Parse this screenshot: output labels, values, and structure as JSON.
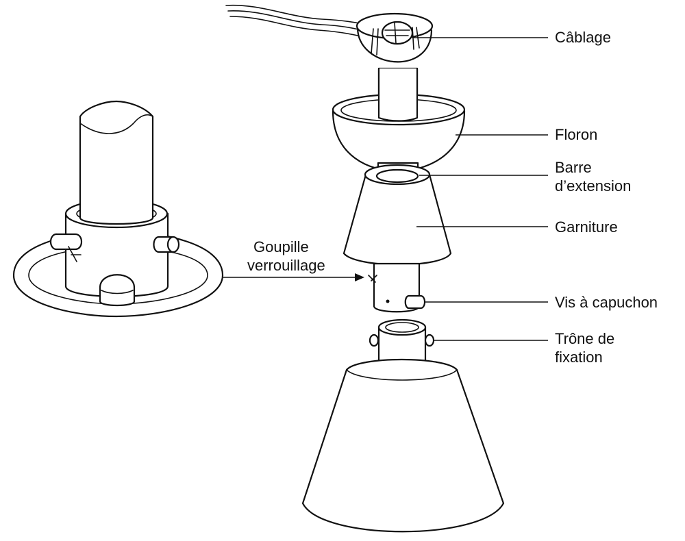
{
  "labels": {
    "cablage": "Câblage",
    "floron": "Floron",
    "barre_line1": "Barre",
    "barre_line2": "d’extension",
    "garniture": "Garniture",
    "goupille_line1": "Goupille",
    "goupille_line2": "verrouillage",
    "vis": "Vis à capuchon",
    "trone_line1": "Trône de",
    "trone_line2": "fixation"
  }
}
